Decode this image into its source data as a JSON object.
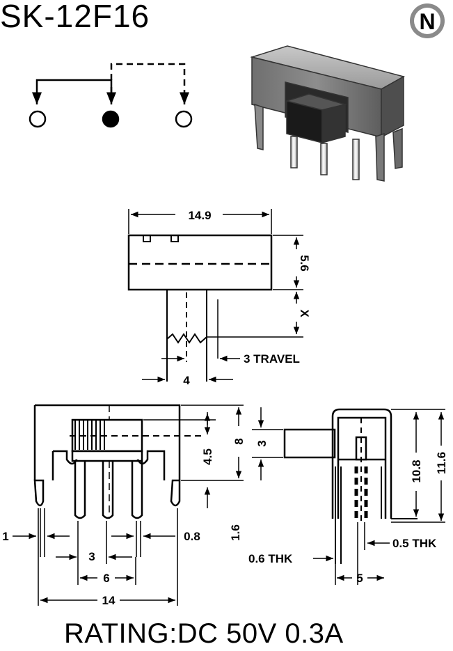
{
  "model": "SK-12F16",
  "logo_letter": "N",
  "rating": "RATING:DC 50V 0.3A",
  "colors": {
    "ink": "#000000",
    "paper": "#ffffff",
    "logo_grey": "#8a8a8a",
    "body_grey": "#7d7d7d"
  },
  "top_view": {
    "width_label": "14.9",
    "height_label": "5.6",
    "x_label": "X",
    "travel_label": "3 TRAVEL",
    "actuator_label": "4"
  },
  "front_view": {
    "pin_pitch_label": "3",
    "outer_pitch_label": "6",
    "total_width_label": "14",
    "mount_width_label": "1",
    "pin_width_label": "0.8",
    "body_height_label": "4.5",
    "total_height_label": "8",
    "lead_label": "1.6"
  },
  "side_view": {
    "actuator_height_label": "3",
    "inner_height_label": "10.8",
    "outer_height_label": "11.6",
    "thk_small_label": "0.5 THK",
    "thk_large_label": "0.6 THK",
    "pin_span_label": "5"
  }
}
